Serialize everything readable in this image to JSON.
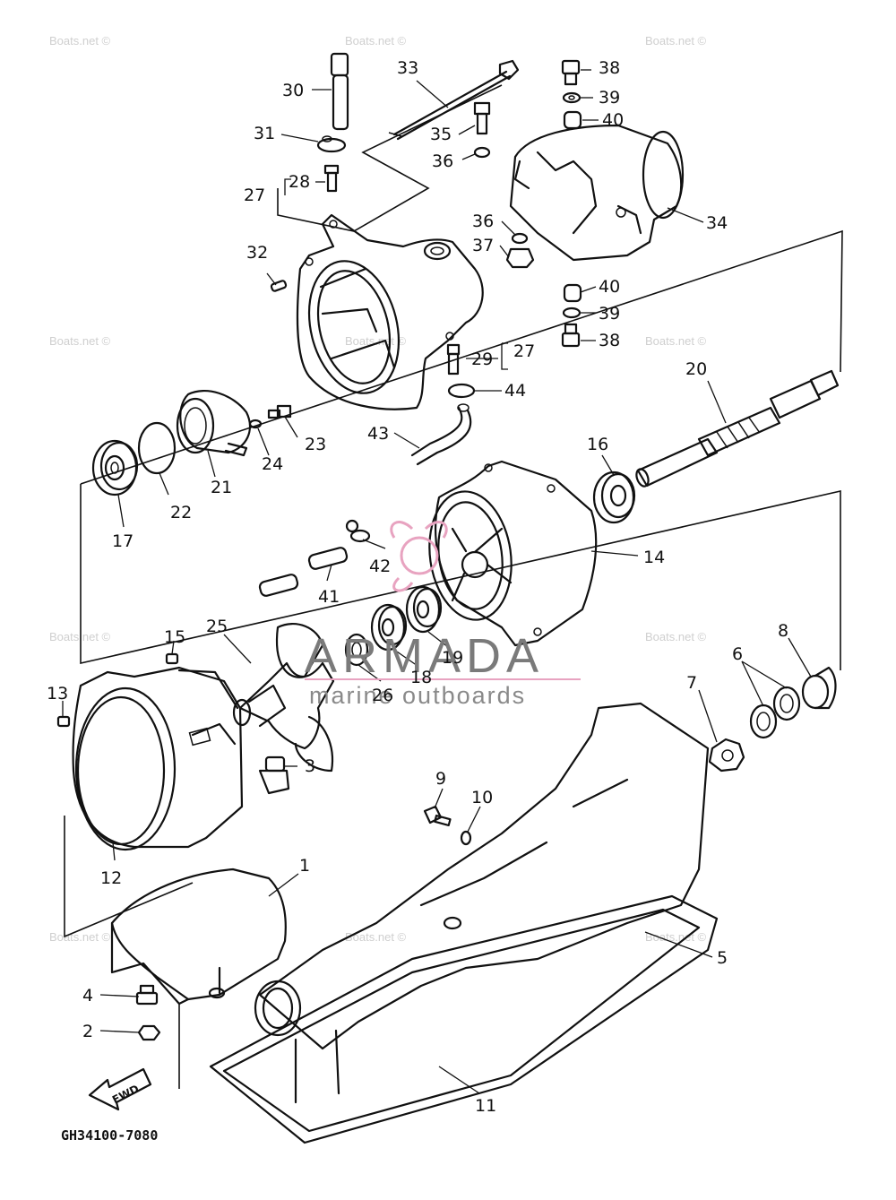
{
  "diagram_code": "GH34100-7080",
  "watermark_text": "Boats.net ©",
  "brand": {
    "name": "ARMADA",
    "tagline": "marine outboards",
    "color": "#7a7a7a",
    "accent": "#e8a3c0"
  },
  "fwd_label": "FWD",
  "callouts": {
    "p1": "1",
    "p2": "2",
    "p3": "3",
    "p4": "4",
    "p5": "5",
    "p6": "6",
    "p7": "7",
    "p8": "8",
    "p9": "9",
    "p10": "10",
    "p11": "11",
    "p12": "12",
    "p13": "13",
    "p14": "14",
    "p15": "15",
    "p16": "16",
    "p17": "17",
    "p18": "18",
    "p19": "19",
    "p20": "20",
    "p21": "21",
    "p22": "22",
    "p23": "23",
    "p24": "24",
    "p25": "25",
    "p26": "26",
    "p27a": "27",
    "p27b": "27",
    "p28": "28",
    "p29": "29",
    "p30": "30",
    "p31": "31",
    "p32": "32",
    "p33": "33",
    "p34": "34",
    "p35": "35",
    "p36a": "36",
    "p36b": "36",
    "p37": "37",
    "p38a": "38",
    "p38b": "38",
    "p39a": "39",
    "p39b": "39",
    "p40a": "40",
    "p40b": "40",
    "p41": "41",
    "p42": "42",
    "p43": "43",
    "p44": "44"
  }
}
